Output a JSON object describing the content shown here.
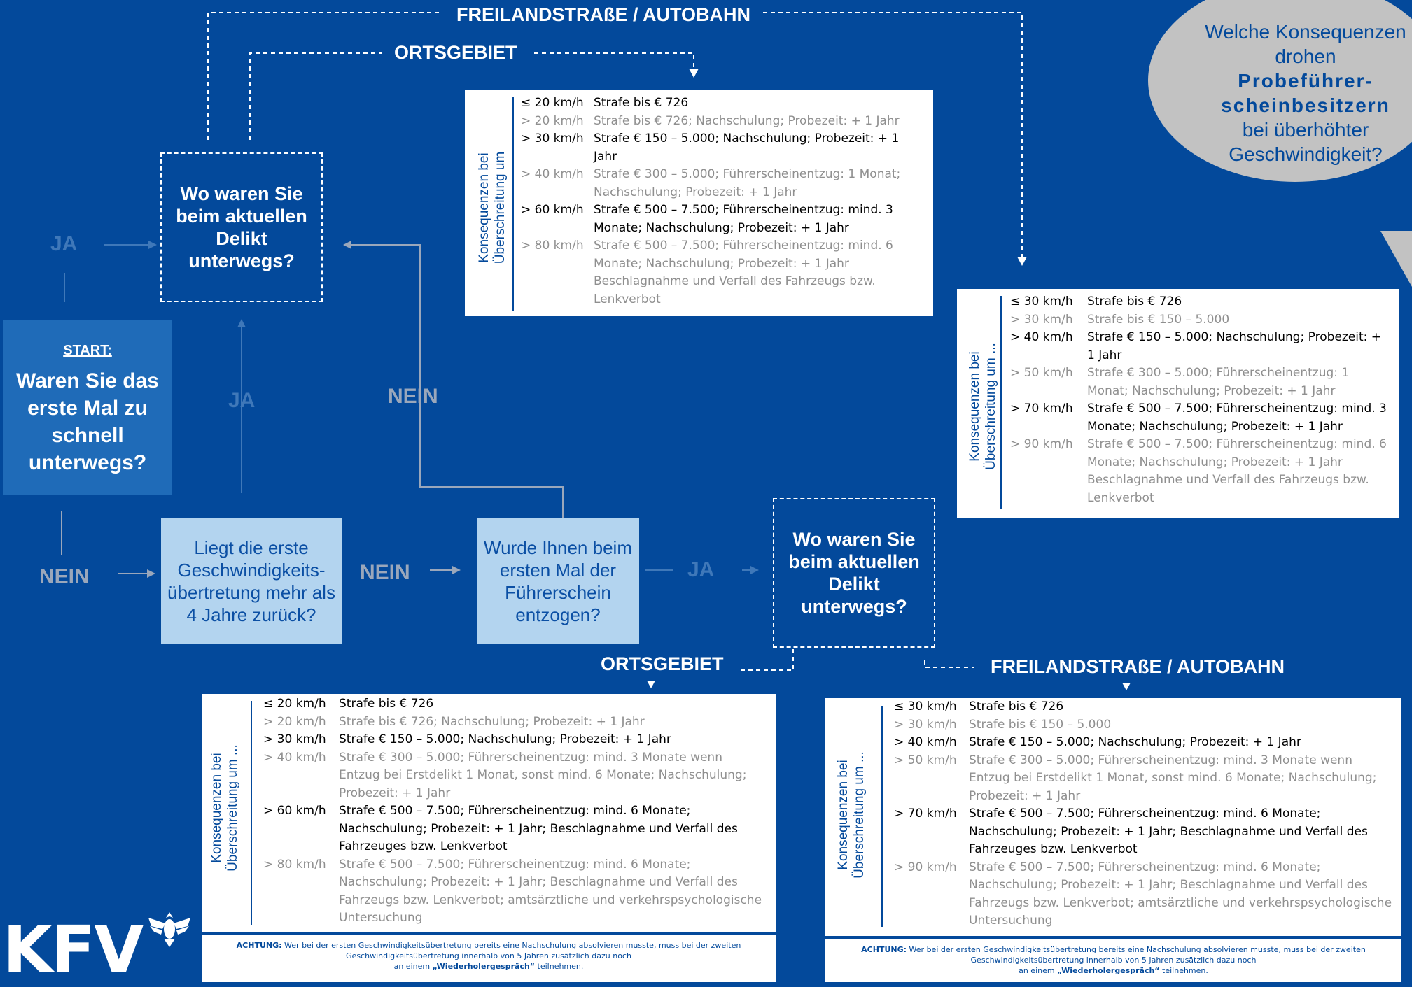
{
  "bubble": {
    "line1": "Welche Konsequenzen drohen",
    "bold": "Probeführer-scheinbesitzern",
    "line2": "bei überhöhter Geschwindigkeit?"
  },
  "labels": {
    "top_freiland": "FREILANDSTRAßE / AUTOBAHN",
    "top_ortsgebiet": "ORTSGEBIET",
    "bottom_ortsgebiet": "ORTSGEBIET",
    "bottom_freiland": "FREILANDSTRAßE / AUTOBAHN",
    "ja_left": "JA",
    "ja_mid": "JA",
    "ja_bottom": "JA",
    "nein_mid": "NEIN",
    "nein_left": "NEIN",
    "nein_bottom": "NEIN"
  },
  "start": {
    "label": "START:",
    "question": "Waren Sie das erste Mal zu schnell unterwegs?"
  },
  "q_where_top": "Wo waren Sie beim aktuellen Delikt unterwegs?",
  "q_where_bottom": "Wo waren Sie beim aktuellen Delikt unterwegs?",
  "q_four_years": "Liegt die erste Geschwindigkeits-übertretung mehr als 4 Jahre zurück?",
  "q_license": "Wurde Ihnen beim ersten Mal der Führerschein entzogen?",
  "panel_top_left": {
    "side_label_1": "Konsequenzen bei",
    "side_label_2": "Überschreitung um",
    "rows": [
      {
        "k": "≤ 20 km/h",
        "v": "Strafe bis € 726",
        "style": "dark"
      },
      {
        "k": "> 20 km/h",
        "v": "Strafe bis € 726; Nachschulung; Probezeit: + 1 Jahr",
        "style": "grey"
      },
      {
        "k": "> 30 km/h",
        "v": "Strafe € 150 – 5.000; Nachschulung; Probezeit: + 1 Jahr",
        "style": "dark"
      },
      {
        "k": "> 40 km/h",
        "v": "Strafe € 300 – 5.000; Führerscheinentzug: 1 Monat; Nachschulung; Probezeit: + 1 Jahr",
        "style": "grey"
      },
      {
        "k": "> 60 km/h",
        "v": "Strafe € 500 – 7.500; Führerscheinentzug: mind. 3 Monate; Nachschulung; Probezeit: + 1 Jahr",
        "style": "dark"
      },
      {
        "k": "> 80 km/h",
        "v": "Strafe € 500 – 7.500; Führerscheinentzug: mind. 6 Monate; Nachschulung; Probezeit: + 1 Jahr Beschlagnahme und Verfall des Fahrzeugs bzw. Lenkverbot",
        "style": "grey"
      }
    ]
  },
  "panel_top_right": {
    "side_label_1": "Konsequenzen bei",
    "side_label_2": "Überschreitung um ...",
    "rows": [
      {
        "k": "≤ 30 km/h",
        "v": "Strafe bis € 726",
        "style": "dark"
      },
      {
        "k": "> 30 km/h",
        "v": "Strafe bis € 150 – 5.000",
        "style": "grey"
      },
      {
        "k": "> 40 km/h",
        "v": "Strafe € 150 – 5.000; Nachschulung; Probezeit: + 1  Jahr",
        "style": "dark"
      },
      {
        "k": "> 50 km/h",
        "v": "Strafe € 300 – 5.000; Führerscheinentzug: 1 Monat; Nachschulung; Probezeit: + 1 Jahr",
        "style": "grey"
      },
      {
        "k": "> 70 km/h",
        "v": "Strafe € 500 – 7.500; Führerscheinentzug: mind. 3 Monate; Nachschulung; Probezeit: + 1 Jahr",
        "style": "dark"
      },
      {
        "k": "> 90 km/h",
        "v": "Strafe € 500 – 7.500; Führerscheinentzug: mind. 6 Monate; Nachschulung; Probezeit: + 1 Jahr Beschlagnahme und Verfall des Fahrzeugs bzw. Lenkverbot",
        "style": "grey"
      }
    ]
  },
  "panel_bottom_left": {
    "side_label_1": "Konsequenzen bei",
    "side_label_2": "Überschreitung um ...",
    "rows": [
      {
        "k": "≤ 20 km/h",
        "v": "Strafe bis € 726",
        "style": "dark"
      },
      {
        "k": "> 20 km/h",
        "v": "Strafe bis € 726; Nachschulung; Probezeit: + 1 Jahr",
        "style": "grey"
      },
      {
        "k": "> 30 km/h",
        "v": "Strafe € 150 – 5.000; Nachschulung; Probezeit: + 1 Jahr",
        "style": "dark"
      },
      {
        "k": "> 40 km/h",
        "v": "Strafe € 300 – 5.000; Führerscheinentzug: mind. 3 Monate wenn Entzug bei Erstdelikt 1 Monat, sonst mind. 6 Monate; Nachschulung; Probezeit: + 1 Jahr",
        "style": "grey"
      },
      {
        "k": "> 60 km/h",
        "v": "Strafe € 500 – 7.500; Führerscheinentzug: mind. 6 Monate; Nachschulung; Probezeit: + 1 Jahr; Beschlagnahme und Verfall des Fahrzeuges bzw. Lenkverbot",
        "style": "dark"
      },
      {
        "k": "> 80 km/h",
        "v": "Strafe € 500 – 7.500; Führerscheinentzug: mind. 6 Monate; Nachschulung; Probezeit: + 1 Jahr; Beschlagnahme und Verfall des Fahrzeugs bzw. Lenkverbot; amtsärztliche und verkehrspsychologische Untersuchung",
        "style": "grey"
      }
    ]
  },
  "panel_bottom_right": {
    "side_label_1": "Konsequenzen bei",
    "side_label_2": "Überschreitung um ...",
    "rows": [
      {
        "k": "≤ 30 km/h",
        "v": "Strafe bis € 726",
        "style": "dark"
      },
      {
        "k": "> 30 km/h",
        "v": "Strafe bis € 150 – 5.000",
        "style": "grey"
      },
      {
        "k": "> 40 km/h",
        "v": "Strafe € 150 – 5.000; Nachschulung; Probezeit: + 1 Jahr",
        "style": "dark"
      },
      {
        "k": "> 50 km/h",
        "v": "Strafe € 300 – 5.000; Führerscheinentzug: mind. 3 Monate wenn Entzug bei Erstdelikt 1 Monat, sonst mind. 6 Monate; Nachschulung; Probezeit: + 1 Jahr",
        "style": "grey"
      },
      {
        "k": "> 70 km/h",
        "v": "Strafe € 500 – 7.500; Führerscheinentzug: mind. 6 Monate; Nachschulung; Probezeit: + 1 Jahr; Beschlagnahme und Verfall des Fahrzeuges bzw. Lenkverbot",
        "style": "dark"
      },
      {
        "k": "> 90 km/h",
        "v": "Strafe € 500 – 7.500; Führerscheinentzug: mind. 6 Monate; Nachschulung; Probezeit: + 1 Jahr; Beschlagnahme und Verfall des Fahrzeugs bzw. Lenkverbot; amtsärztliche und verkehrspsychologische Untersuchung",
        "style": "grey"
      }
    ]
  },
  "note": {
    "achtung": "ACHTUNG:",
    "text1": "Wer bei der ersten Geschwindigkeitsübertretung bereits eine Nachschulung absolvieren musste, muss bei der zweiten Geschwindigkeitsübertretung innerhalb von 5 Jahren zusätzlich dazu noch",
    "text2": "an einem",
    "bold": "„Wiederholergespräch“",
    "text3": "teilnehmen."
  },
  "logo": {
    "text": "KFV"
  }
}
